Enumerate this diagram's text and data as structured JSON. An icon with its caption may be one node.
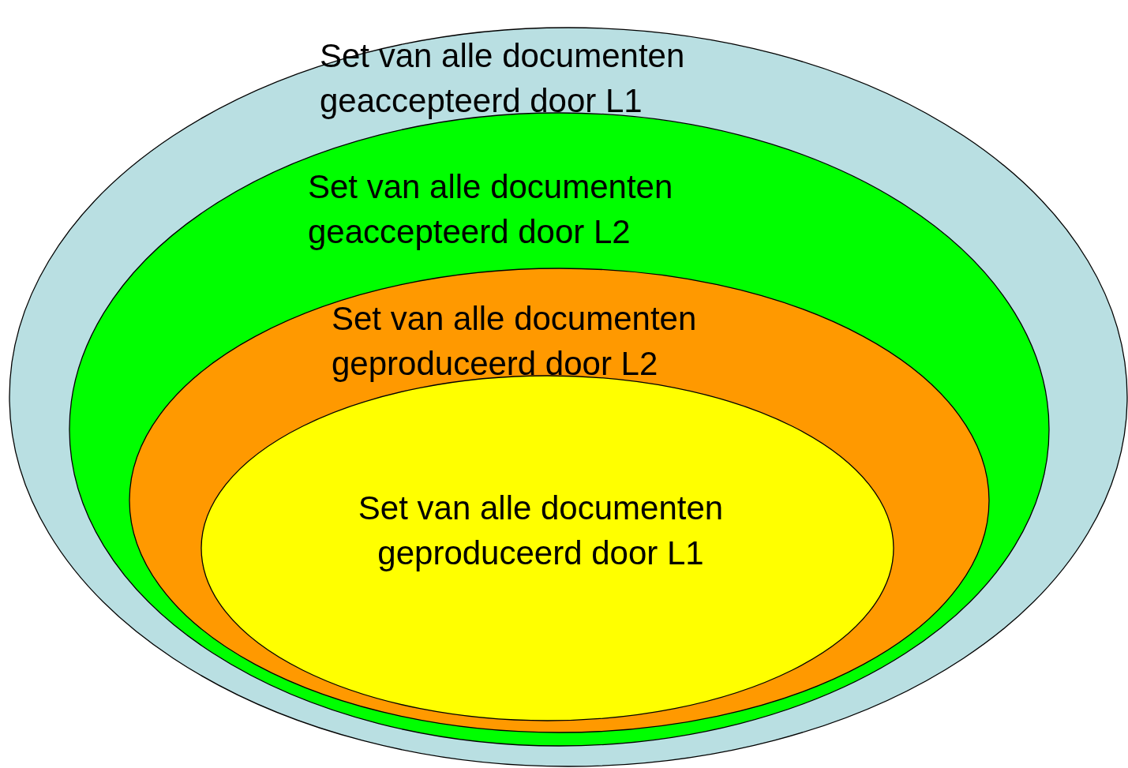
{
  "diagram": {
    "nodes": [
      {
        "text": [
          "Set van alle documenten geaccepteerd door L1"
        ]
      },
      {
        "text": [
          "Set van alle documenten geaccepteerd door L2"
        ],
        "in": 0
      },
      {
        "text": [
          "Set van alle documenten geproduceerd door L2"
        ],
        "in": 1
      },
      {
        "text": [
          "Set van alle documenten geproduceerd door L1"
        ],
        "in": 2
      }
    ]
  }
}
